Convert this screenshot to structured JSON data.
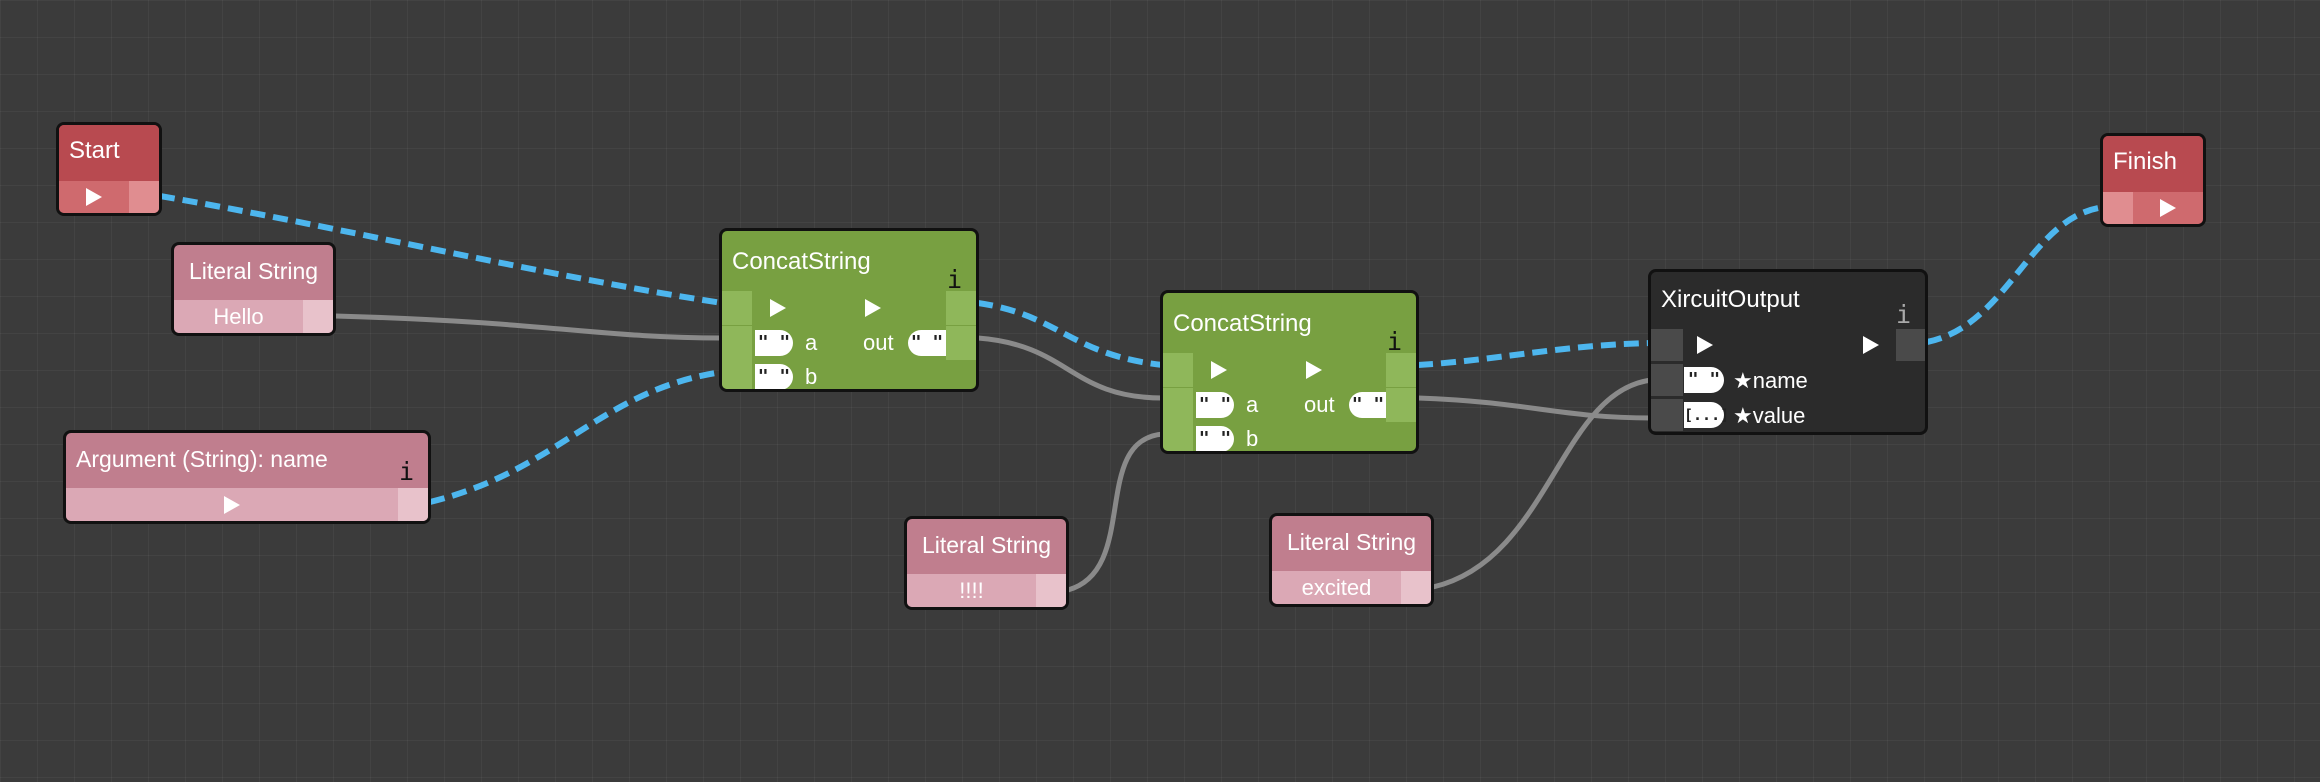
{
  "canvas": {
    "background": "#3b3b3b",
    "flow_link_color": "#4db6ee",
    "data_link_color": "#8a8a8a"
  },
  "nodes": {
    "start": {
      "title": "Start",
      "color": "#b84a50"
    },
    "finish": {
      "title": "Finish",
      "color": "#b84a50"
    },
    "literal_hello": {
      "title": "Literal String",
      "value": "Hello",
      "color": "#c07e8e"
    },
    "argument_name": {
      "title": "Argument (String): name",
      "info": "i",
      "color": "#c07e8e"
    },
    "concat_1": {
      "title": "ConcatString",
      "info": "i",
      "port_a": "a",
      "port_b": "b",
      "port_out": "out",
      "string_glyph": "\" \"",
      "color": "#78a041"
    },
    "concat_2": {
      "title": "ConcatString",
      "info": "i",
      "port_a": "a",
      "port_b": "b",
      "port_out": "out",
      "string_glyph": "\" \"",
      "color": "#78a041"
    },
    "literal_bang": {
      "title": "Literal String",
      "value": "!!!!",
      "color": "#c07e8e"
    },
    "literal_excited": {
      "title": "Literal String",
      "value": "excited",
      "color": "#c07e8e"
    },
    "xircuit_output": {
      "title": "XircuitOutput",
      "info": "i",
      "port_name": "★name",
      "port_value": "★value",
      "string_glyph": "\" \"",
      "any_glyph": "[...]",
      "color": "#2b2b2b"
    }
  }
}
